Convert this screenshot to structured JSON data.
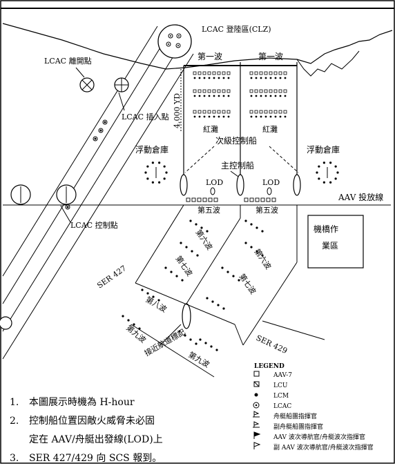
{
  "labels": {
    "clz": "LCAC 登陸區(CLZ)",
    "departure": "LCAC 離開點",
    "insertion": "LCAC 插入點",
    "control_point": "LCAC 控制點",
    "wave1_left": "第一波",
    "wave1_right": "第一波",
    "distance": "4,000 YD",
    "red_beach_left": "紅灘",
    "red_beach_right": "紅灘",
    "secondary_control": "次級控制船",
    "floating_depot_left": "浮動倉庫",
    "floating_depot_right": "浮動倉庫",
    "primary_control": "主控制船",
    "lod_left": "LOD",
    "lod_right": "LOD",
    "aav_line": "AAV 投放線",
    "wave5_left": "第五波",
    "wave5_right": "第五波",
    "wave6_left": "第六波",
    "wave6_right": "第六波",
    "wave7_left": "第七波",
    "wave7_right": "第七波",
    "wave8": "第八波",
    "wave9_left": "第九波",
    "wave9_right": "第九波",
    "ser427": "SER 427",
    "ser429": "SER 429",
    "lane_marker": "接近航道標記",
    "heli_area_line1": "機橋作",
    "heli_area_line2": "業區"
  },
  "legend": {
    "title": "LEGEND",
    "items": [
      {
        "symbol": "square-outline",
        "text": "AAV-7"
      },
      {
        "symbol": "square-x",
        "text": "LCU"
      },
      {
        "symbol": "dot",
        "text": "LCM"
      },
      {
        "symbol": "circle-dot",
        "text": "LCAC"
      },
      {
        "symbol": "boat-flag",
        "text": "舟艇船團指揮官"
      },
      {
        "symbol": "boat-flag",
        "text": "副舟艇船團指揮官"
      },
      {
        "symbol": "flag",
        "text": "AAV 波次導航官/舟艇波次指揮官"
      },
      {
        "symbol": "flag-outline",
        "text": "副 AAV 波次導航官/舟艇波次指揮官"
      }
    ]
  },
  "notes": [
    {
      "num": "1.",
      "text": "本圖展示時機為 H-hour"
    },
    {
      "num": "2.",
      "text": "控制船位置因敵火威脅未必固"
    },
    {
      "num": "",
      "text": "定在 AAV/舟艇出發線(LOD)上"
    },
    {
      "num": "3.",
      "text": "SER 427/429 向 SCS 報到。"
    }
  ]
}
